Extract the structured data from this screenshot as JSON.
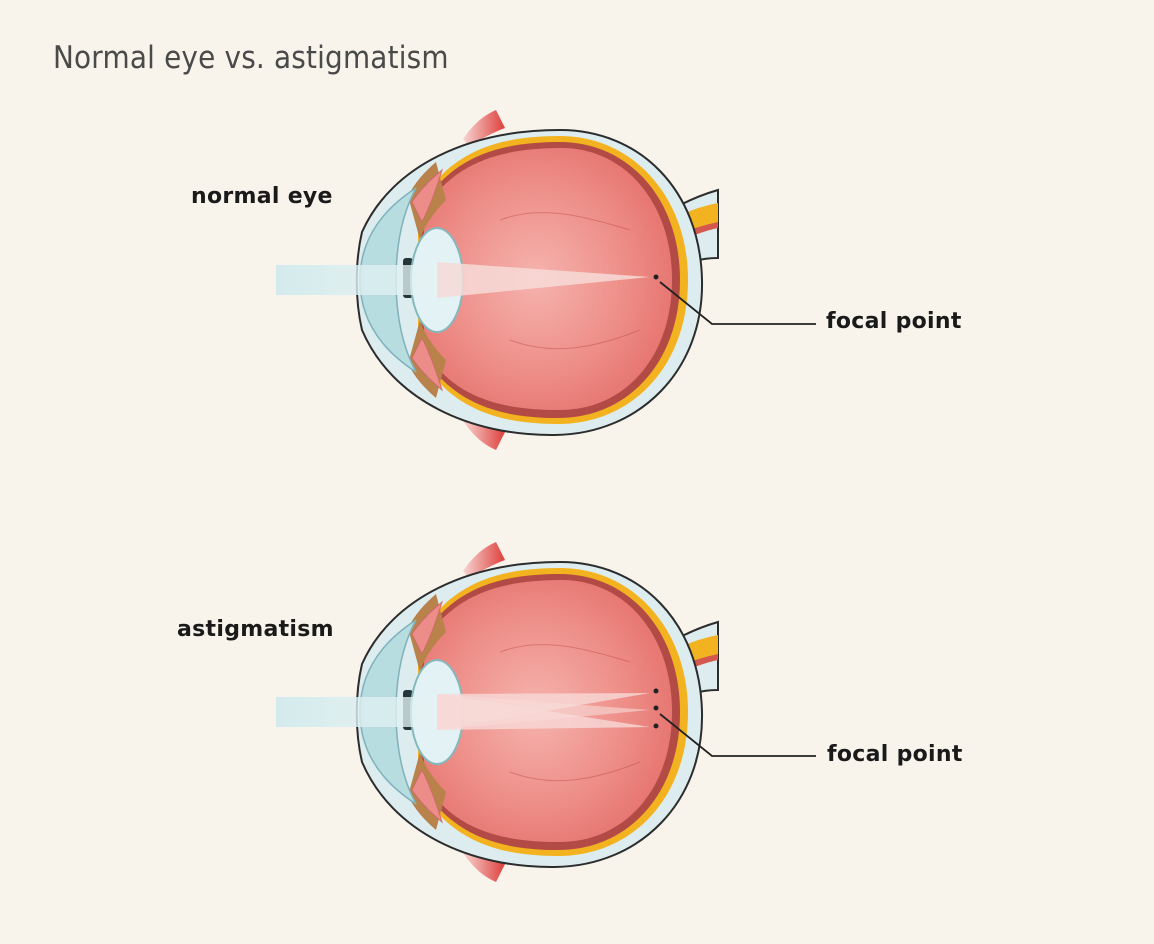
{
  "title": "Normal eye vs. astigmatism",
  "diagrams": [
    {
      "id": "normal",
      "label": "normal eye",
      "focal_label": "focal point",
      "focal_points": 1
    },
    {
      "id": "astigmatism",
      "label": "astigmatism",
      "focal_label": "focal point",
      "focal_points": 3
    }
  ],
  "colors": {
    "background": "#f8f4ec",
    "vitreous": "#ef8f8a",
    "sclera_light": "#d9ecef",
    "choroid": "#b24a45",
    "retina": "#f3b21f",
    "lens": "#dff0f3",
    "cornea": "#b8dde1",
    "iris": "#a06a2a",
    "muscle": "#e2504c"
  }
}
